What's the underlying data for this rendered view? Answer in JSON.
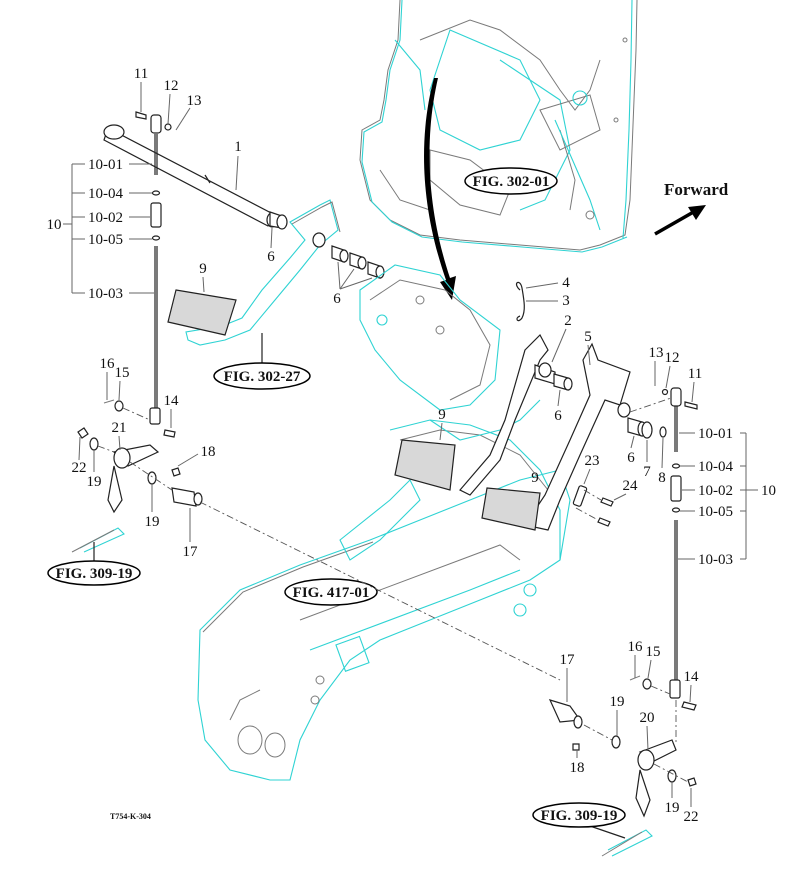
{
  "diagram": {
    "title_code": "T754-K-304",
    "direction_label": "Forward",
    "figure_refs": {
      "upper_housing": "FIG. 302-01",
      "left_pedal": "FIG. 302-27",
      "transmission": "FIG. 417-01",
      "left_rod": "FIG. 309-19",
      "right_rod": "FIG. 309-19"
    },
    "left_assembly": {
      "part_1": "1",
      "part_6a": "6",
      "part_6b": "6",
      "part_9": "9",
      "part_10": "10",
      "part_10_sub": [
        "10-01",
        "10-04",
        "10-02",
        "10-05",
        "10-03"
      ],
      "part_11": "11",
      "part_12": "12",
      "part_13": "13",
      "part_14": "14",
      "part_15": "15",
      "part_16": "16",
      "part_17": "17",
      "part_18": "18",
      "part_19a": "19",
      "part_19b": "19",
      "part_21": "21",
      "part_22": "22"
    },
    "right_assembly": {
      "part_2": "2",
      "part_3": "3",
      "part_4": "4",
      "part_5": "5",
      "part_6a": "6",
      "part_6b": "6",
      "part_7": "7",
      "part_8": "8",
      "part_9a": "9",
      "part_9b": "9",
      "part_10": "10",
      "part_10_sub": [
        "10-01",
        "10-04",
        "10-02",
        "10-05",
        "10-03"
      ],
      "part_11": "11",
      "part_12": "12",
      "part_13": "13",
      "part_14": "14",
      "part_15": "15",
      "part_16": "16",
      "part_17": "17",
      "part_18": "18",
      "part_19a": "19",
      "part_19b": "19",
      "part_20": "20",
      "part_22": "22",
      "part_23": "23",
      "part_24": "24"
    },
    "colors": {
      "outline_cyan": "#2fd3d3",
      "outline_gray": "#7a7a7a",
      "ink": "#111111",
      "background": "#ffffff"
    }
  }
}
